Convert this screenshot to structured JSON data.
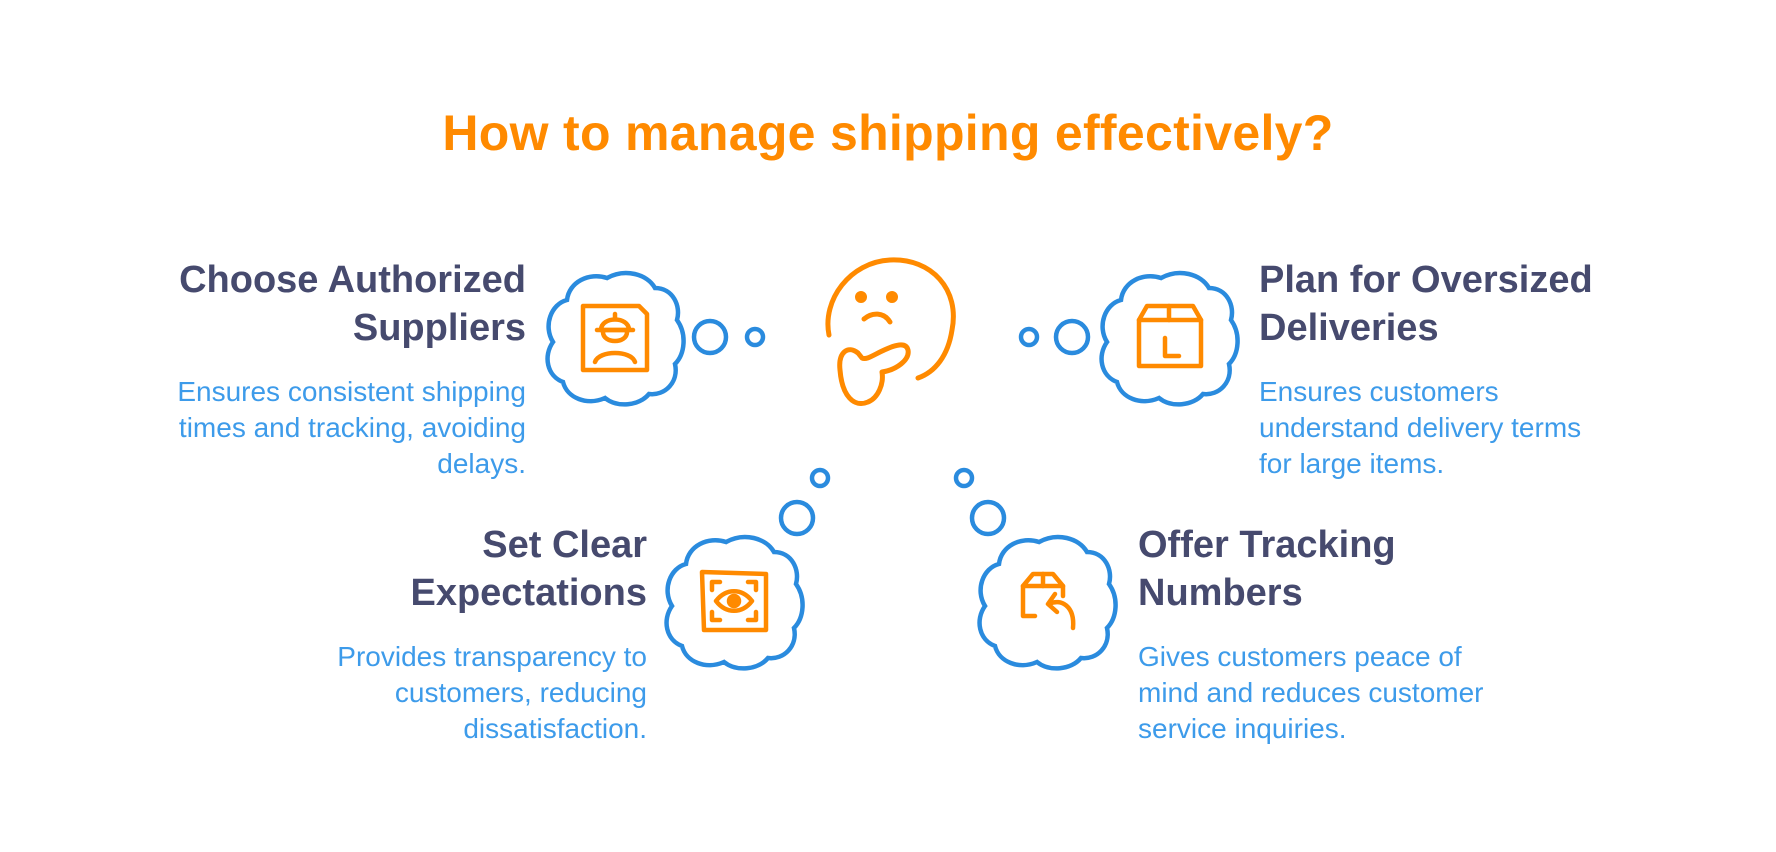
{
  "title": "How to manage shipping effectively?",
  "colors": {
    "title": "#FF8A00",
    "heading": "#464A6E",
    "description": "#3D9BEA",
    "cloud_outline": "#2A8BDE",
    "icon": "#FF8A00"
  },
  "center": {
    "icon": "thinking-face-icon"
  },
  "items": [
    {
      "heading_lines": [
        "Choose Authorized",
        "Suppliers"
      ],
      "description_lines": [
        "Ensures consistent shipping",
        "times and tracking, avoiding",
        "delays."
      ],
      "icon": "worker-id-card-icon",
      "position": "top-left"
    },
    {
      "heading_lines": [
        "Plan for Oversized",
        "Deliveries"
      ],
      "description_lines": [
        "Ensures customers",
        "understand delivery terms",
        "for large items."
      ],
      "icon": "large-box-icon",
      "position": "top-right"
    },
    {
      "heading_lines": [
        "Set Clear",
        "Expectations"
      ],
      "description_lines": [
        "Provides transparency to",
        "customers, reducing",
        "dissatisfaction."
      ],
      "icon": "eye-frame-icon",
      "position": "bottom-left"
    },
    {
      "heading_lines": [
        "Offer Tracking",
        "Numbers"
      ],
      "description_lines": [
        "Gives customers peace of",
        "mind and reduces customer",
        "service inquiries."
      ],
      "icon": "package-return-icon",
      "position": "bottom-right"
    }
  ]
}
